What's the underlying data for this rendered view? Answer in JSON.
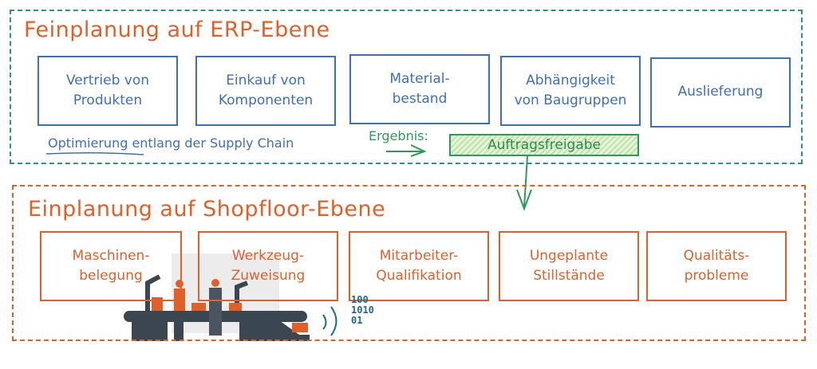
{
  "erp": {
    "title": "Feinplanung auf ERP-Ebene",
    "boxes": [
      "Vertrieb von\nProdukten",
      "Einkauf von\nKomponenten",
      "Material-\nbestand",
      "Abhängigkeit\nvon Baugruppen",
      "Auslieferung"
    ],
    "optimization_text": "Optimierung entlang der Supply Chain",
    "result_label": "Ergebnis:",
    "result_box": "Auftragsfreigabe"
  },
  "shopfloor": {
    "title": "Einplanung auf Shopfloor-Ebene",
    "boxes": [
      "Maschinen-\nbelegung",
      "Werkzeug-\nZuweisung",
      "Mitarbeiter-\nQualifikation",
      "Ungeplante\nStillstände",
      "Qualitäts-\nprobleme"
    ]
  },
  "illustration": {
    "binary_lines": [
      "100",
      "1010",
      "01"
    ]
  },
  "colors": {
    "erp_frame": "#2f8f94",
    "shopfloor": "#e0602a",
    "erp_text": "#3d6fbd",
    "result": "#2e9a5a"
  }
}
